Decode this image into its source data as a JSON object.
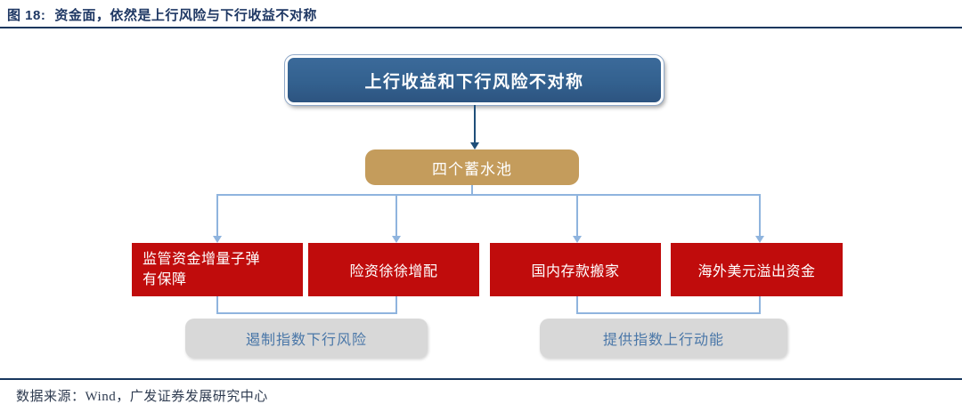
{
  "figure": {
    "label": "图 18:",
    "title": "资金面，依然是上行风险与下行收益不对称"
  },
  "diagram": {
    "root_box": {
      "label": "上行收益和下行风险不对称"
    },
    "hub_box": {
      "label": "四个蓄水池"
    },
    "branch_boxes": [
      {
        "label": "监管资金增量子弹有保障"
      },
      {
        "label": "险资徐徐增配"
      },
      {
        "label": "国内存款搬家"
      },
      {
        "label": "海外美元溢出资金"
      }
    ],
    "outcome_boxes": [
      {
        "label": "遏制指数下行风险"
      },
      {
        "label": "提供指数上行动能"
      }
    ]
  },
  "footer": {
    "source": "数据来源：Wind，广发证券发展研究中心"
  },
  "colors": {
    "title-navy": "#1F3864",
    "rule-dark": "#17375E",
    "box-blue": "#33618F",
    "box-blue-outline": "#8FA8C8",
    "box-tan": "#C49C5C",
    "box-red": "#C00C0C",
    "box-gray": "#D8D8D8",
    "gray-box-text": "#4A77A8",
    "line-blue": "#8FB4DE",
    "arrow-navy": "#1F4E79",
    "footer-text": "#2E3B50"
  }
}
